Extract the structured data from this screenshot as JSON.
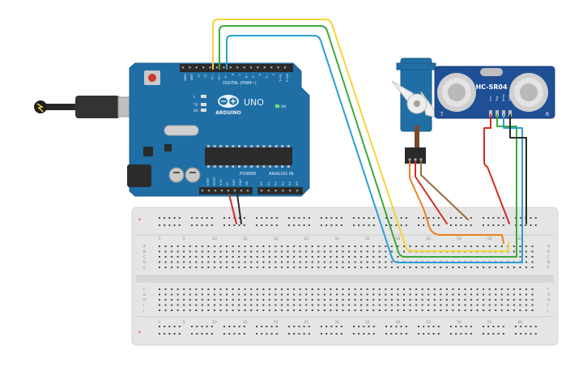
{
  "arduino": {
    "brand": "ARDUINO",
    "model": "UNO",
    "digital_header": "DIGITAL (PWM~)",
    "power_label": "POWER",
    "analog_label": "ANALOG IN",
    "on_label": "ON",
    "led_l": "L",
    "led_tx": "TX",
    "led_rx": "RX",
    "top_pins": [
      "AREF",
      "GND",
      "13",
      "12",
      "~11",
      "~10",
      "~9",
      "8",
      "7",
      "~6",
      "~5",
      "4",
      "~3",
      "2",
      "TX→1",
      "RX←0"
    ],
    "power_pins": [
      "IOREF",
      "RESET",
      "3.3V",
      "5V",
      "GND",
      "GND",
      "Vin"
    ],
    "analog_pins": [
      "A0",
      "A1",
      "A2",
      "A3",
      "A4",
      "A5"
    ]
  },
  "sensor": {
    "model": "HC-SR04",
    "corner_t": "T",
    "corner_r": "R",
    "pins": [
      "Vcc",
      "Trig",
      "Echo",
      "GND"
    ]
  },
  "breadboard": {
    "row_letters_top": [
      "A",
      "B",
      "C",
      "D",
      "E"
    ],
    "row_letters_bottom": [
      "F",
      "G",
      "H",
      "I",
      "J"
    ],
    "column_numbers": [
      "1",
      "5",
      "10",
      "15",
      "20",
      "25",
      "30",
      "35",
      "40",
      "45",
      "50",
      "55",
      "60"
    ],
    "rail_plus": "+",
    "rail_minus": "-"
  },
  "wire_colors": {
    "yellow": "#f5d33a",
    "green": "#3ea83c",
    "blue": "#2a9fd6",
    "red": "#d32b24",
    "black": "#2a2a2a",
    "orange": "#e8821e",
    "brown": "#9a6b3d"
  }
}
